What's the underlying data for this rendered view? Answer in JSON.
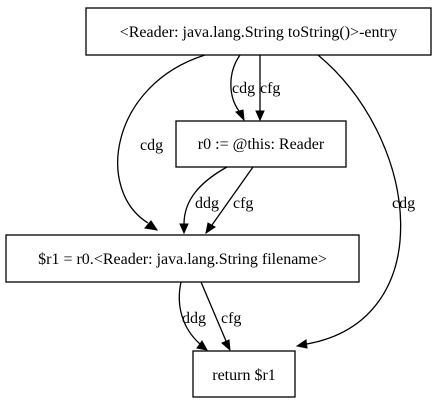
{
  "nodes": {
    "entry": "<Reader: java.lang.String toString()>-entry",
    "r0": "r0 := @this: Reader",
    "r1": "$r1 = r0.<Reader: java.lang.String filename>",
    "ret": "return $r1"
  },
  "edges": [
    {
      "from": "entry",
      "to": "r0",
      "label": "cdg"
    },
    {
      "from": "entry",
      "to": "r0",
      "label": "cfg"
    },
    {
      "from": "entry",
      "to": "r1",
      "label": "cdg"
    },
    {
      "from": "entry",
      "to": "ret",
      "label": "cdg"
    },
    {
      "from": "r0",
      "to": "r1",
      "label": "ddg"
    },
    {
      "from": "r0",
      "to": "r1",
      "label": "cfg"
    },
    {
      "from": "r1",
      "to": "ret",
      "label": "ddg"
    },
    {
      "from": "r1",
      "to": "ret",
      "label": "cfg"
    }
  ]
}
